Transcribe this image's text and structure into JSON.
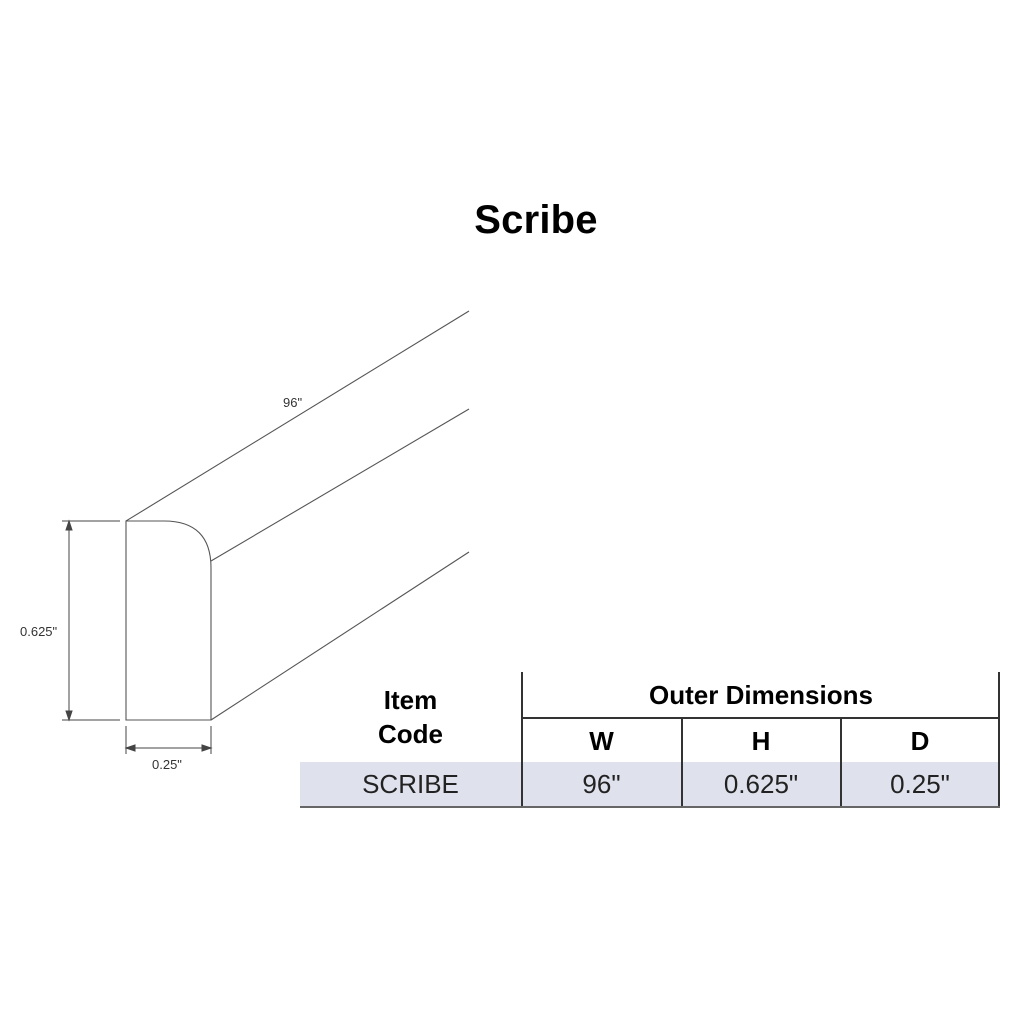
{
  "title": "Scribe",
  "dimensions": {
    "length": "96\"",
    "height": "0.625\"",
    "depth": "0.25\""
  },
  "table": {
    "item_code_header_line1": "Item",
    "item_code_header_line2": "Code",
    "outer_dimensions_header": "Outer Dimensions",
    "columns": [
      "W",
      "H",
      "D"
    ],
    "rows": [
      {
        "item_code": "SCRIBE",
        "w": "96\"",
        "h": "0.625\"",
        "d": "0.25\""
      }
    ],
    "row_band_color": "#dfe2ec"
  }
}
